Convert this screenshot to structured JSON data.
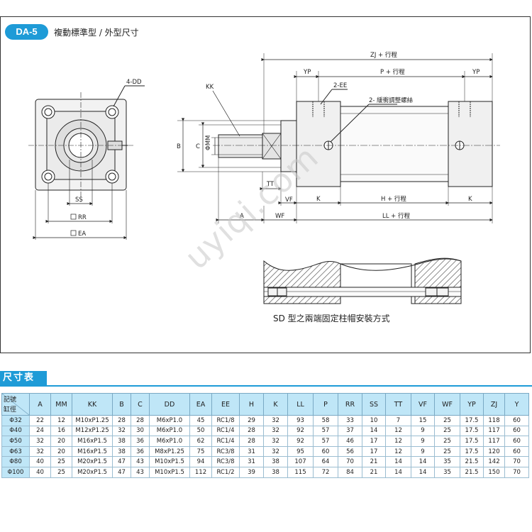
{
  "header": {
    "badge": "DA-5",
    "title": "複動標準型 / 外型尺寸"
  },
  "drawing": {
    "labels": {
      "dd": "4-DD",
      "ss": "SS",
      "rr": "RR",
      "ea": "EA",
      "kk": "KK",
      "b": "B",
      "c": "C",
      "mm": "ΦMM",
      "tt": "TT",
      "vf": "VF",
      "a": "A",
      "wf": "WF",
      "zj": "ZJ + 行程",
      "yp_left": "YP",
      "p": "P + 行程",
      "yp_right": "YP",
      "ee": "2-EE",
      "cushion": "2- 緩衝調整螺絲",
      "k_left": "K",
      "h": "H + 行程",
      "k_right": "K",
      "ll": "LL + 行程"
    },
    "caption": "SD 型之兩端固定柱帽安裝方式",
    "watermark": "uyiqi.com"
  },
  "table": {
    "title": "尺寸表",
    "corner_top": "記號",
    "corner_bottom": "缸徑",
    "columns": [
      "A",
      "MM",
      "KK",
      "B",
      "C",
      "DD",
      "EA",
      "EE",
      "H",
      "K",
      "LL",
      "P",
      "RR",
      "SS",
      "TT",
      "VF",
      "WF",
      "YP",
      "ZJ",
      "Y"
    ],
    "rows": [
      {
        "bore": "Φ32",
        "values": [
          "22",
          "12",
          "M10xP1.25",
          "28",
          "28",
          "M6xP1.0",
          "45",
          "RC1/8",
          "29",
          "32",
          "93",
          "58",
          "33",
          "10",
          "7",
          "15",
          "25",
          "17.5",
          "118",
          "60"
        ]
      },
      {
        "bore": "Φ40",
        "values": [
          "24",
          "16",
          "M12xP1.25",
          "32",
          "30",
          "M6xP1.0",
          "50",
          "RC1/4",
          "28",
          "32",
          "92",
          "57",
          "37",
          "14",
          "12",
          "9",
          "25",
          "17.5",
          "117",
          "60"
        ]
      },
      {
        "bore": "Φ50",
        "values": [
          "32",
          "20",
          "M16xP1.5",
          "38",
          "36",
          "M6xP1.0",
          "62",
          "RC1/4",
          "28",
          "32",
          "92",
          "57",
          "46",
          "17",
          "12",
          "9",
          "25",
          "17.5",
          "117",
          "60"
        ]
      },
      {
        "bore": "Φ63",
        "values": [
          "32",
          "20",
          "M16xP1.5",
          "38",
          "36",
          "M8xP1.25",
          "75",
          "RC3/8",
          "31",
          "32",
          "95",
          "60",
          "56",
          "17",
          "12",
          "9",
          "25",
          "17.5",
          "120",
          "60"
        ]
      },
      {
        "bore": "Φ80",
        "values": [
          "40",
          "25",
          "M20xP1.5",
          "47",
          "43",
          "M10xP1.5",
          "94",
          "RC3/8",
          "31",
          "38",
          "107",
          "64",
          "70",
          "21",
          "14",
          "14",
          "35",
          "21.5",
          "142",
          "70"
        ]
      },
      {
        "bore": "Φ100",
        "values": [
          "40",
          "25",
          "M20xP1.5",
          "47",
          "43",
          "M10xP1.5",
          "112",
          "RC1/2",
          "39",
          "38",
          "115",
          "72",
          "84",
          "21",
          "14",
          "14",
          "35",
          "21.5",
          "150",
          "70"
        ]
      }
    ]
  }
}
